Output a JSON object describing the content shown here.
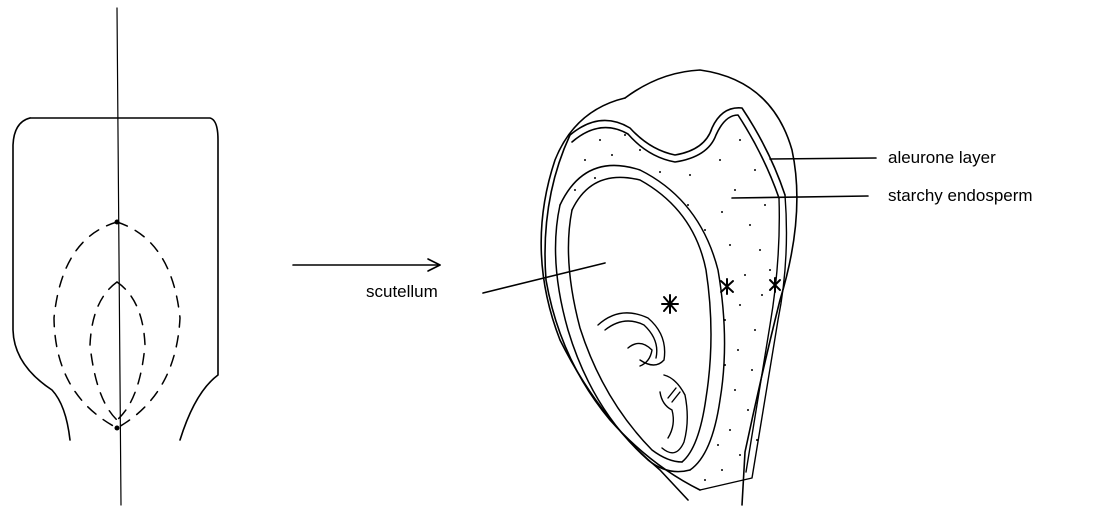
{
  "labels": {
    "aleurone": "aleurone layer",
    "starchy": "starchy endosperm",
    "scutellum": "scutellum"
  },
  "colors": {
    "ink": "#000000",
    "background": "#ffffff"
  }
}
